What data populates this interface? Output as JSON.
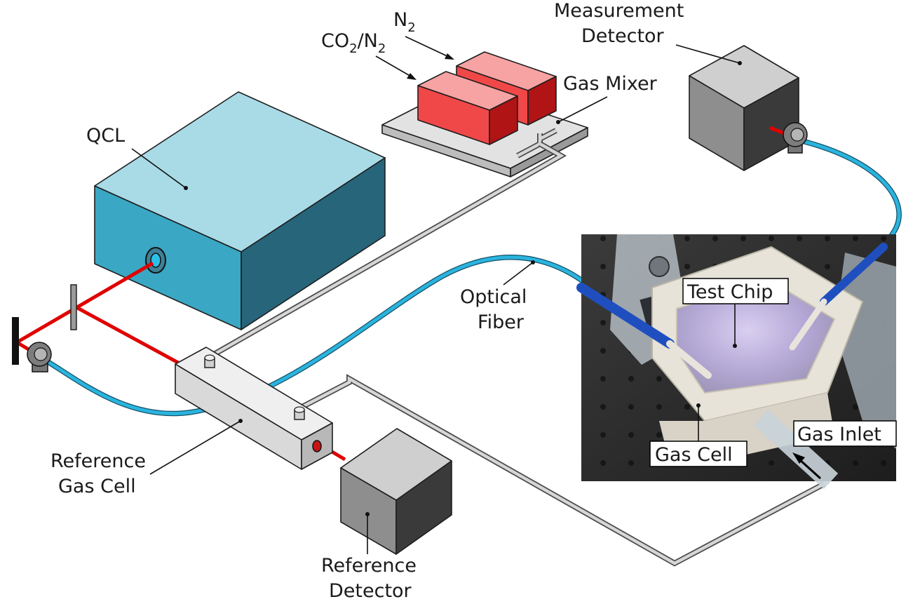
{
  "labels": {
    "measurement_detector": [
      "Measurement",
      "Detector"
    ],
    "n2": {
      "main": "N",
      "sub": "2"
    },
    "co2n2": {
      "a": "CO",
      "a_sub": "2",
      "b": "/N",
      "b_sub": "2"
    },
    "gas_mixer": "Gas Mixer",
    "qcl": "QCL",
    "optical_fiber": [
      "Optical",
      "Fiber"
    ],
    "test_chip": "Test Chip",
    "gas_cell": "Gas Cell",
    "gas_inlet": "Gas Inlet",
    "reference_gas_cell": [
      "Reference",
      "Gas Cell"
    ],
    "reference_detector": [
      "Reference",
      "Detector"
    ]
  },
  "colors": {
    "qcl_top": "#a9dbe7",
    "qcl_front": "#3aa7c4",
    "qcl_side": "#27657b",
    "gas_box_front": "#f04848",
    "gas_box_top": "#f7a3a3",
    "gas_box_side": "#b01414",
    "detector_top": "#cfcfcf",
    "detector_front": "#8e8e8e",
    "detector_side": "#3a3a3a",
    "fiber": "#2ab4de",
    "laser": "#e00000",
    "tube": "#c8c8c8",
    "ref_cell": "#e6e6e6"
  }
}
